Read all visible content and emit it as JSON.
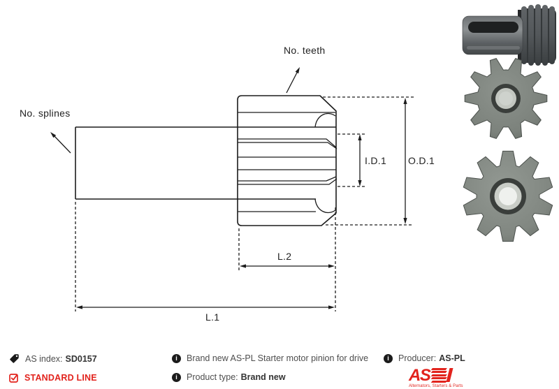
{
  "diagram": {
    "labels": {
      "no_teeth": "No. teeth",
      "no_splines": "No. splines",
      "id1": "I.D.1",
      "od1": "O.D.1",
      "l2": "L.2",
      "l1": "L.1"
    }
  },
  "footer": {
    "as_index": {
      "label": "AS index:",
      "value": "SD0157"
    },
    "standard_line": "STANDARD LINE",
    "description": "Brand new AS-PL Starter motor pinion for drive",
    "product_type": {
      "label": "Product type:",
      "value": "Brand new"
    },
    "producer": {
      "label": "Producer:",
      "value": "AS-PL"
    },
    "logo": {
      "text": "AS",
      "caption": "Alternators, Starters & Parts"
    },
    "icons": {
      "as_index": "tag-icon",
      "standard_line": "checkbox-check-icon",
      "info": "info-icon",
      "info_glyph": "i"
    }
  },
  "colors": {
    "accent_red": "#e2231d",
    "line_color": "#1c1c1c",
    "text_color": "#4d4d4d"
  }
}
